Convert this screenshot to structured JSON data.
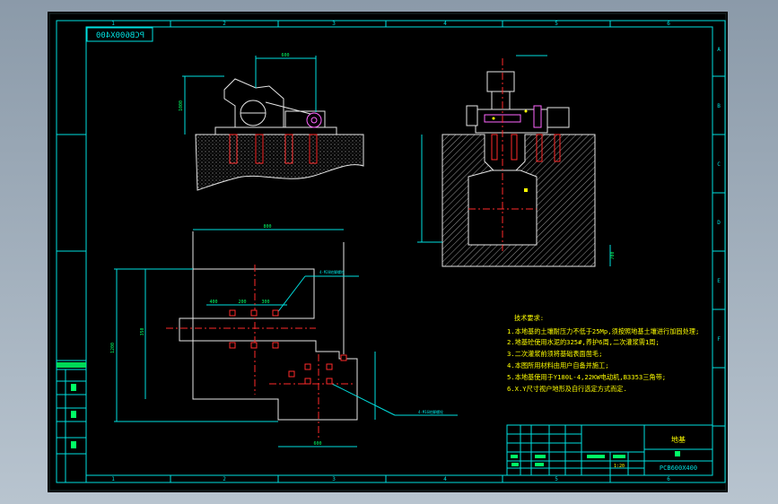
{
  "sheet": {
    "drawing_code_top": "PCB600X400",
    "drawing_code_title": "PCB600X400",
    "title_label": "地基",
    "scale": "1:20",
    "column_numbers": [
      "1",
      "2",
      "3",
      "4",
      "5",
      "6"
    ],
    "row_letters": [
      "A",
      "B",
      "C",
      "D",
      "E",
      "F"
    ]
  },
  "notes": {
    "heading": "技术要求:",
    "items": [
      "1.本地基的土壤耐压力不低于25Mp,须按照地基土壤进行加固处理;",
      "2.地基砼使用水泥的325#,养护6周,二次灌浆需1周;",
      "3.二次灌浆前须将基础表面凿毛;",
      "4.本图所用材料由用户自备并施工;",
      "5.本地基使用于Y180L-4,22KW电动机,B3353三角带;",
      "6.X.Y尺寸视户地形及自行选定方式而定."
    ]
  },
  "dims": {
    "plan_width": "800",
    "plan_height": "1200",
    "plan_inner": "350",
    "plan_offset": "400",
    "plan_bottom": "600",
    "bolt_spacing_a": "200",
    "bolt_spacing_b": "300",
    "side_width": "700",
    "side_height": "1000",
    "front_width": "600"
  },
  "leaders": {
    "top": "4-M20地脚螺栓",
    "bottom": "4-M16地脚螺栓"
  },
  "colors": {
    "sheet_bg": "#000000",
    "frame": "#00e0e0",
    "geometry": "#e6e6e6",
    "center_lines": "#ff2a2a",
    "text_yellow": "#ffff00",
    "text_green": "#00ff66",
    "hatch_text": "#ff66ff"
  }
}
